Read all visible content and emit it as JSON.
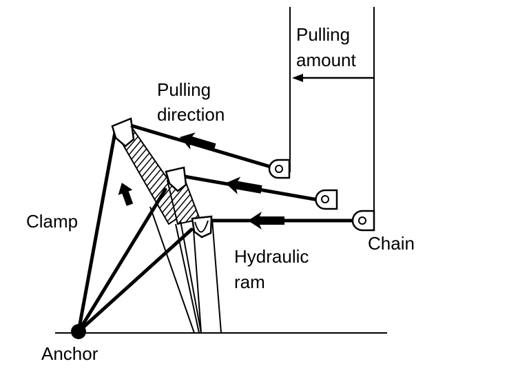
{
  "diagram": {
    "title": "Frame pulling setup",
    "labels": {
      "pulling_amount_line1": "Pulling",
      "pulling_amount_line2": "amount",
      "pulling_direction_line1": "Pulling",
      "pulling_direction_line2": "direction",
      "clamp": "Clamp",
      "chain": "Chain",
      "hydraulic_ram_line1": "Hydraulic",
      "hydraulic_ram_line2": "ram",
      "anchor": "Anchor"
    },
    "colors": {
      "ink": "#000000",
      "background": "#ffffff"
    }
  }
}
